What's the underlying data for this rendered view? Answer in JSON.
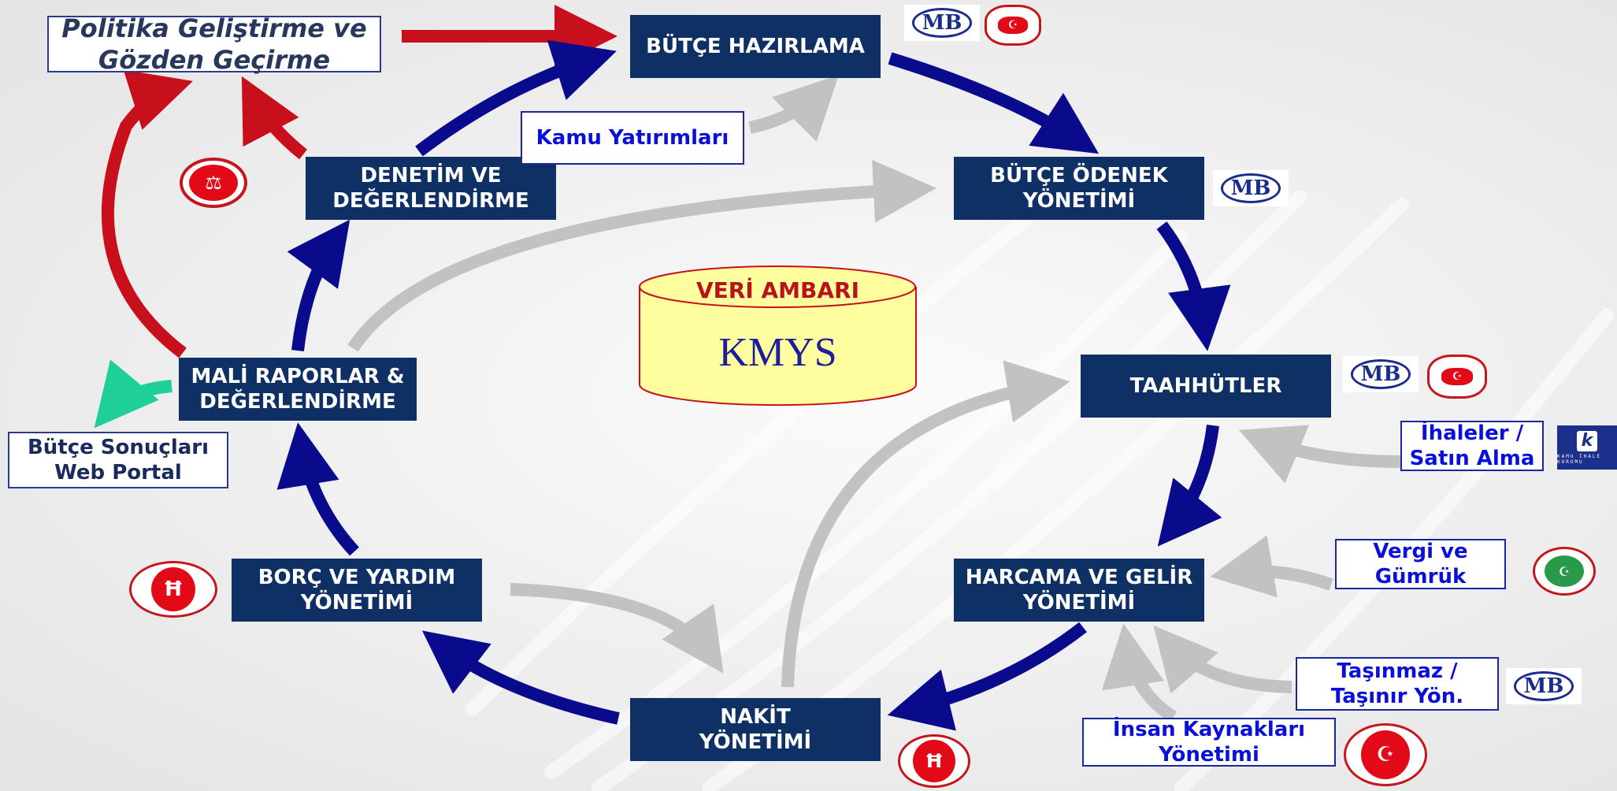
{
  "colors": {
    "node_fill": "#0f3064",
    "cycle_arrow": "#0a0a8c",
    "feedback_arrow": "#c8101c",
    "portal_arrow": "#1ecf9a",
    "input_arrow": "#c2c2c2",
    "input_text": "#0a10d8",
    "vault_fill": "#fffe9e",
    "vault_title": "#b8121d",
    "vault_label": "#1c1e9e"
  },
  "nodes": {
    "butce_hazirlama": "BÜTÇE  HAZIRLAMA",
    "butce_odenek": "BÜTÇE ÖDENEK\nYÖNETİMİ",
    "taahhutler": "TAAHHÜTLER",
    "harcama_gelir": "HARCAMA VE GELİR\nYÖNETİMİ",
    "nakit": "NAKİT\nYÖNETİMİ",
    "borc_yardim": "BORÇ VE YARDIM\nYÖNETİMİ",
    "mali_raporlar": "MALİ RAPORLAR &\nDEĞERLENDİRME",
    "denetim": "DENETİM VE\nDEĞERLENDİRME"
  },
  "side_inputs": {
    "politika": "Politika Geliştirme ve\nGözden Geçirme",
    "kamu_yatirimlari": "Kamu Yatırımları",
    "ihaleler": "İhaleler /\nSatın Alma",
    "vergi": "Vergi ve\nGümrük",
    "tasinmaz": "Taşınmaz /\nTaşınır Yön.",
    "insan_kaynaklari": "İnsan Kaynakları\nYönetimi",
    "butce_portal": "Bütçe Sonuçları\nWeb Portal"
  },
  "center": {
    "title": "VERİ AMBARI",
    "label": "KMYS"
  },
  "logos": {
    "mb_text": "MB",
    "kik_letter": "k",
    "kik_text": "KAMU İHALE KURUMU",
    "icons": [
      "maliye-bakanligi-logo",
      "kalkinma-bakanligi-logo",
      "sayistay-logo",
      "hazine-mustesarligi-logo",
      "kamu-ihale-kurumu-logo",
      "gelir-idaresi-logo",
      "devlet-personel-baskanligi-logo"
    ]
  }
}
